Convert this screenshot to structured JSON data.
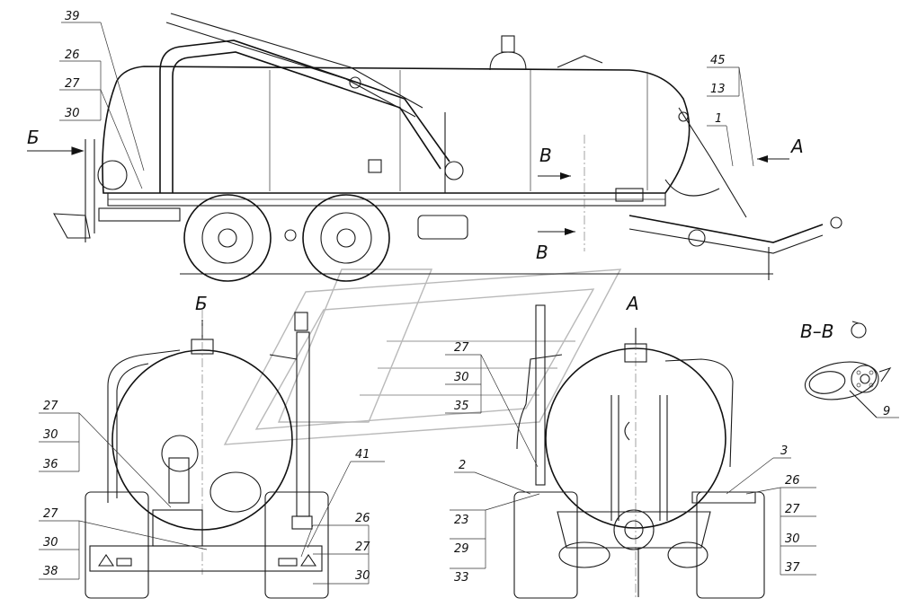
{
  "view_labels": {
    "b_side": "Б",
    "a_front": "А",
    "v_top": "В",
    "v_bottom": "В",
    "b_view": "Б",
    "a_view": "А",
    "section": "В–В"
  },
  "callouts": {
    "c39": "39",
    "c26_top": "26",
    "c27_top": "27",
    "c30_top": "30",
    "c45": "45",
    "c13": "13",
    "c1": "1",
    "c27_bl": "27",
    "c30_bl": "30",
    "c36": "36",
    "c27_bl2": "27",
    "c30_bl2": "30",
    "c38": "38",
    "c41": "41",
    "c26_bm": "26",
    "c27_bm": "27",
    "c30_bm": "30",
    "c27_mid": "27",
    "c30_mid": "30",
    "c35": "35",
    "c2": "2",
    "c23": "23",
    "c29": "29",
    "c33": "33",
    "c3": "3",
    "c26_r": "26",
    "c27_r": "27",
    "c30_r": "30",
    "c37": "37",
    "c9": "9"
  }
}
